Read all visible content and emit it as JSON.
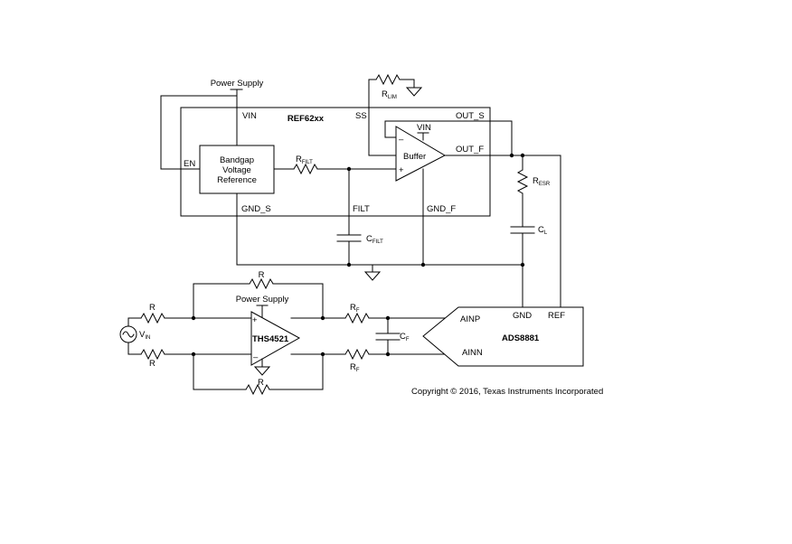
{
  "labels": {
    "power_supply_top": "Power Supply",
    "vin_ref": "VIN",
    "ref_name": "REF62xx",
    "ss": "SS",
    "out_s": "OUT_S",
    "out_f": "OUT_F",
    "en": "EN",
    "bandgap_1": "Bandgap",
    "bandgap_2": "Voltage",
    "bandgap_3": "Reference",
    "rfilt_main": "R",
    "rfilt_sub": "FILT",
    "buffer": "Buffer",
    "buffer_vin": "VIN",
    "buffer_minus": "–",
    "buffer_plus": "+",
    "rlim_main": "R",
    "rlim_sub": "LIM",
    "gnd_s": "GND_S",
    "filt": "FILT",
    "gnd_f": "GND_F",
    "resr_main": "R",
    "resr_sub": "ESR",
    "cl_main": "C",
    "cl_sub": "L",
    "cfilt_main": "C",
    "cfilt_sub": "FILT",
    "r_top": "R",
    "r_in_top": "R",
    "r_in_bot": "R",
    "r_bottom": "R",
    "power_supply_amp": "Power Supply",
    "vin_src_main": "V",
    "vin_src_sub": "IN",
    "amp_name": "THS4521",
    "amp_plus": "+",
    "amp_minus": "–",
    "rf_top_main": "R",
    "rf_top_sub": "F",
    "rf_bot_main": "R",
    "rf_bot_sub": "F",
    "cf_main": "C",
    "cf_sub": "F",
    "ainp": "AINP",
    "ainn": "AINN",
    "gnd_adc": "GND",
    "ref_adc": "REF",
    "adc_name": "ADS8881",
    "copyright": "Copyright © 2016, Texas Instruments Incorporated"
  }
}
